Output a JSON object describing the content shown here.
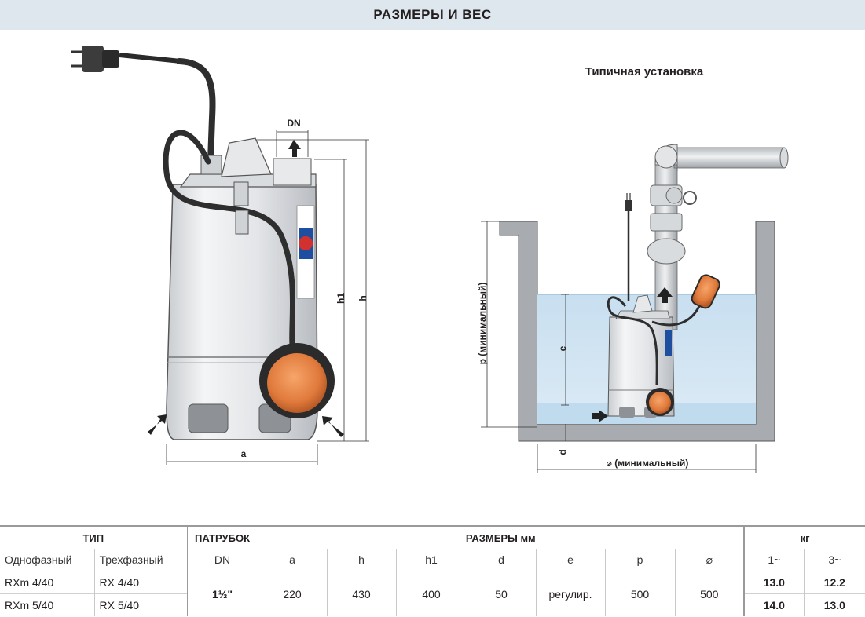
{
  "header": {
    "title": "РАЗМЕРЫ И ВЕС"
  },
  "drawing_left": {
    "labels": {
      "dn": "DN",
      "h1": "h1",
      "h": "h",
      "a": "a"
    }
  },
  "drawing_right": {
    "title": "Типичная установка",
    "labels": {
      "p": "p (минимальный)",
      "e": "e",
      "d": "d",
      "diam": "⌀ (минимальный)"
    }
  },
  "table": {
    "headers": {
      "type": "ТИП",
      "outlet": "ПАТРУБОК",
      "dims": "РАЗМЕРЫ  мм",
      "weight": "кг"
    },
    "subheaders": {
      "single": "Однофазный",
      "three": "Трехфазный",
      "dn": "DN",
      "a": "a",
      "h": "h",
      "h1": "h1",
      "d": "d",
      "e": "e",
      "p": "p",
      "diam": "⌀",
      "w1": "1~",
      "w3": "3~"
    },
    "rows": [
      {
        "single": "RXm 4/40",
        "three": "RX 4/40",
        "w1": "13.0",
        "w3": "12.2"
      },
      {
        "single": "RXm 5/40",
        "three": "RX 5/40",
        "w1": "14.0",
        "w3": "13.0"
      }
    ],
    "shared": {
      "dn": "1½\"",
      "a": "220",
      "h": "430",
      "h1": "400",
      "d": "50",
      "e": "регулир.",
      "p": "500",
      "diam": "500"
    }
  }
}
